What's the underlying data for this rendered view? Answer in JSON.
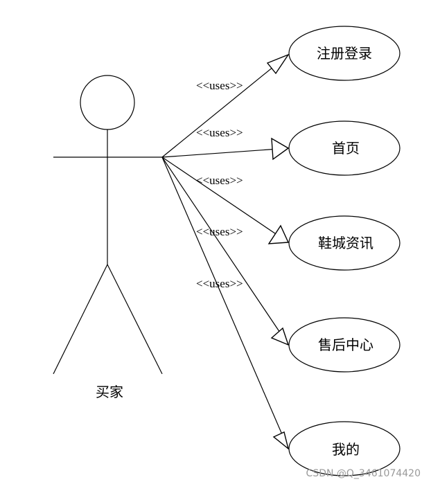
{
  "actor": {
    "label": "买家"
  },
  "stereotype": "<<uses>>",
  "use_cases": [
    {
      "label": "注册登录"
    },
    {
      "label": "首页"
    },
    {
      "label": "鞋城资讯"
    },
    {
      "label": "售后中心"
    },
    {
      "label": "我的"
    }
  ],
  "associations": [
    {
      "stereotype": "<<uses>>",
      "target": "注册登录"
    },
    {
      "stereotype": "<<uses>>",
      "target": "首页"
    },
    {
      "stereotype": "<<uses>>",
      "target": "鞋城资讯"
    },
    {
      "stereotype": "<<uses>>",
      "target": "售后中心"
    },
    {
      "stereotype": "<<uses>>",
      "target": "我的"
    }
  ],
  "watermark": "CSDN @Q_3461074420"
}
